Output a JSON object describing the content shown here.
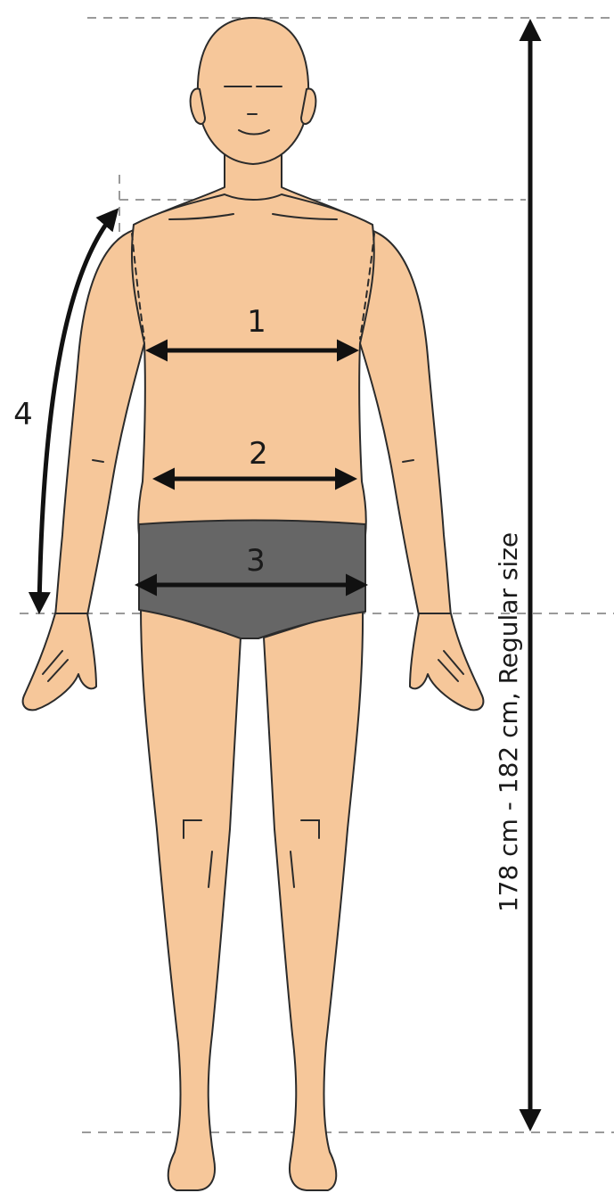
{
  "labels": {
    "chest": "1",
    "waist": "2",
    "hips": "3",
    "arm": "4",
    "height": "178 cm - 182 cm, Regular size"
  },
  "colors": {
    "background": "#ffffff",
    "skin": "#f6c79a",
    "outline": "#2b2b2b",
    "underwear": "#666666",
    "guide": "#9a9a9a",
    "arrow": "#111111"
  }
}
